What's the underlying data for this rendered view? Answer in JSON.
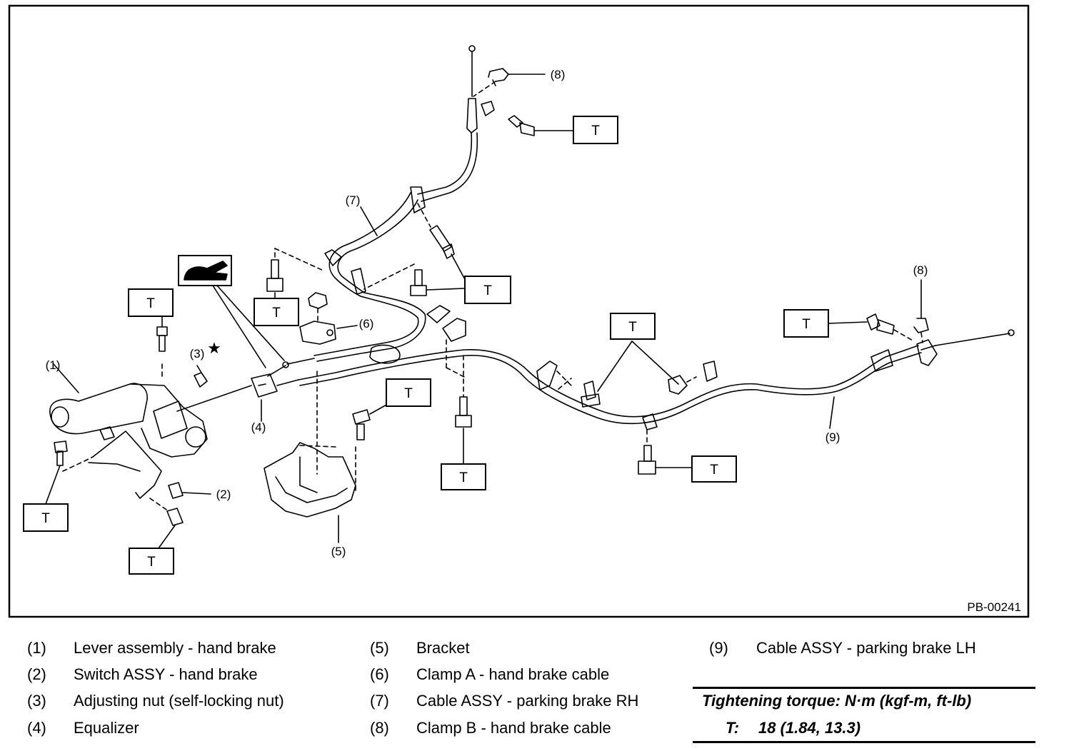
{
  "diagram": {
    "code": "PB-00241",
    "torque_mark": "T",
    "callouts": {
      "c1": "(1)",
      "c2": "(2)",
      "c3": "(3)",
      "c4": "(4)",
      "c5": "(5)",
      "c6": "(6)",
      "c7": "(7)",
      "c8a": "(8)",
      "c8b": "(8)",
      "c9": "(9)"
    },
    "star_symbol": "★"
  },
  "legend": {
    "items": [
      {
        "num": "(1)",
        "text": "Lever assembly - hand brake"
      },
      {
        "num": "(2)",
        "text": "Switch ASSY - hand brake"
      },
      {
        "num": "(3)",
        "text": "Adjusting nut (self-locking nut)"
      },
      {
        "num": "(4)",
        "text": "Equalizer"
      },
      {
        "num": "(5)",
        "text": "Bracket"
      },
      {
        "num": "(6)",
        "text": "Clamp A - hand brake cable"
      },
      {
        "num": "(7)",
        "text": "Cable ASSY - parking brake RH"
      },
      {
        "num": "(8)",
        "text": "Clamp B - hand brake cable"
      },
      {
        "num": "(9)",
        "text": "Cable ASSY - parking brake LH"
      }
    ],
    "torque_heading": "Tightening torque: N·m (kgf-m, ft-lb)",
    "torque_label": "T:",
    "torque_value": "18 (1.84, 13.3)"
  },
  "colors": {
    "line": "#000000",
    "background": "#ffffff"
  }
}
